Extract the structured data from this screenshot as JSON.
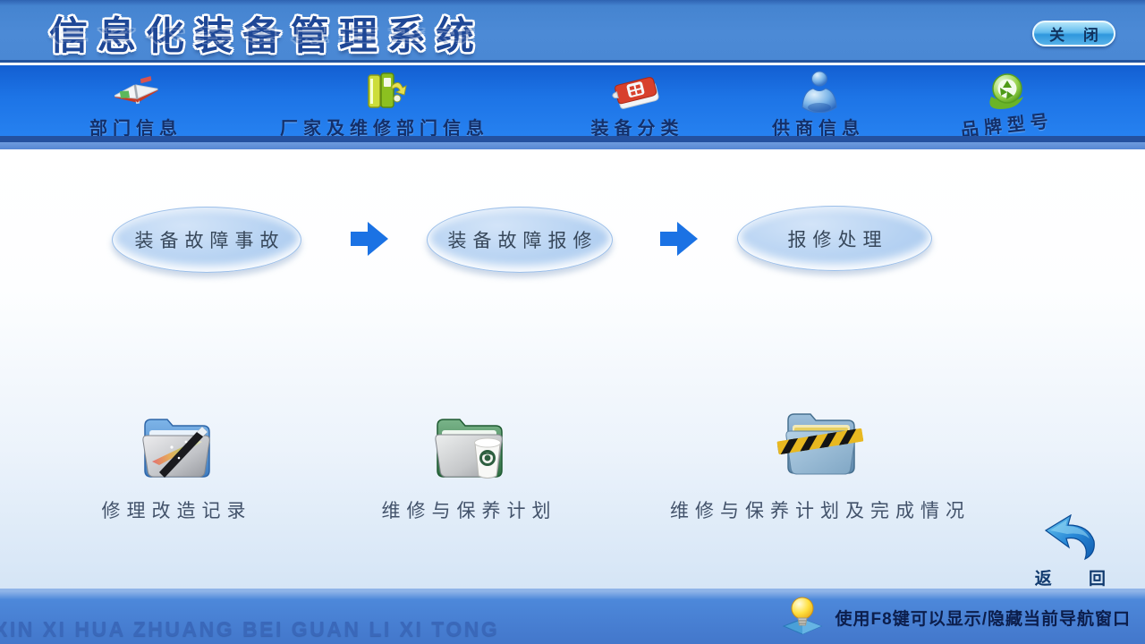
{
  "header": {
    "title": "信息化装备管理系统",
    "close_label": "关 闭"
  },
  "navbar": {
    "items": [
      {
        "label": "部门信息",
        "icon": "open-book-icon"
      },
      {
        "label": "厂家及维修部门信息",
        "icon": "binders-icon"
      },
      {
        "label": "装备分类",
        "icon": "red-book-icon"
      },
      {
        "label": "供商信息",
        "icon": "person-icon"
      },
      {
        "label": "品牌型号",
        "icon": "recycle-leaf-icon"
      }
    ]
  },
  "flow": {
    "steps": [
      "装备故障事故",
      "装备故障报修",
      "报修处理"
    ],
    "arrow_color": "#1b72e4"
  },
  "folders": [
    {
      "label": "修理改造记录",
      "icon": "folder-wand-icon"
    },
    {
      "label": "维修与保养计划",
      "icon": "folder-cup-icon"
    },
    {
      "label": "维修与保养计划及完成情况",
      "icon": "folder-hazard-icon"
    }
  ],
  "footer": {
    "return_label": "返 回",
    "pinyin": "XIN XI HUA ZHUANG BEI GUAN LI XI TONG",
    "hint": "使用F8键可以显示/隐藏当前导航窗口"
  },
  "colors": {
    "header_blue": "#4a88d4",
    "nav_blue": "#1d74e6",
    "ellipse_fill": "#b6d2f2",
    "bottom_blue": "#4377cb",
    "accent_arrow": "#1b72e4"
  }
}
